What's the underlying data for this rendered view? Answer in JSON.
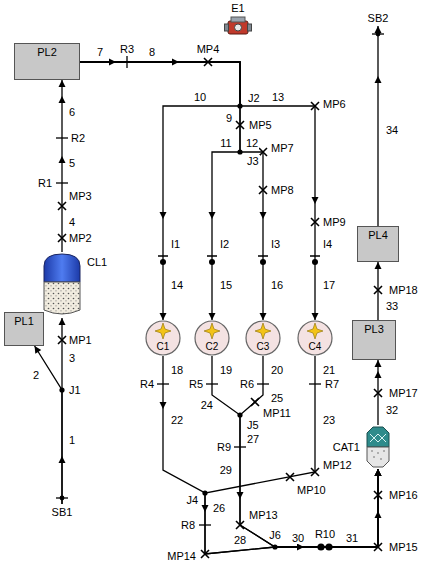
{
  "diagram": {
    "nodes": [
      {
        "text": [
          "E1"
        ]
      },
      {
        "text": [
          "PL2"
        ]
      },
      {
        "text": [
          "SB2"
        ]
      },
      {
        "text": [
          "PL4"
        ]
      },
      {
        "text": [
          "CL1"
        ]
      },
      {
        "text": [
          "PL1"
        ]
      },
      {
        "text": [
          "C1"
        ]
      },
      {
        "text": [
          "C2"
        ]
      },
      {
        "text": [
          "C3"
        ]
      },
      {
        "text": [
          "C4"
        ]
      },
      {
        "text": [
          "PL3"
        ]
      },
      {
        "text": [
          "CAT1"
        ]
      },
      {
        "text": [
          "SB1"
        ]
      }
    ],
    "edges": [
      {
        "from": 12,
        "to": 4,
        "arrow": "to"
      },
      {
        "from": 12,
        "to": 5,
        "arrow": "to"
      },
      {
        "from": 4,
        "to": 1,
        "arrow": "to"
      },
      {
        "from": 1,
        "to": 6,
        "arrow": "to"
      },
      {
        "from": 1,
        "to": 7,
        "arrow": "to"
      },
      {
        "from": 1,
        "to": 8,
        "arrow": "to"
      },
      {
        "from": 1,
        "to": 9,
        "arrow": "to"
      },
      {
        "from": 6,
        "to": 11,
        "arrow": "to"
      },
      {
        "from": 7,
        "to": 11,
        "arrow": "to"
      },
      {
        "from": 8,
        "to": 11,
        "arrow": "to"
      },
      {
        "from": 9,
        "to": 11,
        "arrow": "to"
      },
      {
        "from": 11,
        "to": 10,
        "arrow": "to"
      },
      {
        "from": 10,
        "to": 3,
        "arrow": "to"
      },
      {
        "from": 3,
        "to": 2,
        "arrow": "to"
      }
    ],
    "labels": [
      "R3",
      "7",
      "8",
      "MP4",
      "6",
      "R2",
      "5",
      "R1",
      "MP3",
      "4",
      "MP2",
      "J2",
      "10",
      "13",
      "MP6",
      "9",
      "MP5",
      "11",
      "12",
      "J3",
      "MP7",
      "MP8",
      "MP9",
      "MP1",
      "3",
      "I1",
      "I2",
      "I3",
      "I4",
      "14",
      "15",
      "16",
      "17",
      "J1",
      "2",
      "18",
      "19",
      "20",
      "21",
      "R4",
      "R5",
      "R6",
      "R7",
      "25",
      "24",
      "MP11",
      "22",
      "23",
      "J5",
      "27",
      "R9",
      "1",
      "MP12",
      "MP10",
      "29",
      "J4",
      "26",
      "R8",
      "MP13",
      "MP14",
      "28",
      "J6",
      "30",
      "R10",
      "31",
      "MP15",
      "MP16",
      "MP17",
      "32",
      "MP18",
      "33",
      "34"
    ]
  }
}
